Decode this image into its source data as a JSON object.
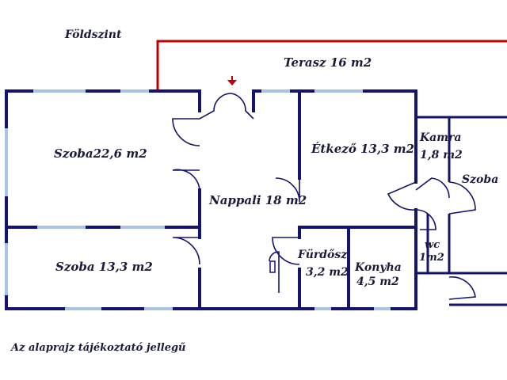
{
  "plan": {
    "level_title": "Földszint",
    "disclaimer": "Az alaprajz tájékoztató jellegű",
    "colors": {
      "wall": "#14146e",
      "window": "#a8c4e0",
      "terrace_line": "#c00000",
      "entrance_arrow": "#c00000"
    },
    "rooms": {
      "terasz": "Terasz 16 m2",
      "szoba_big": "Szoba22,6 m2",
      "szoba_small": "Szoba 13,3 m2",
      "nappali": "Nappali 18 m2",
      "etkezo": "Étkező 13,3 m2",
      "kamra_name": "Kamra",
      "kamra_area": "1,8 m2",
      "szoba_right": "Szoba",
      "furdo_name": "Fürdősz",
      "furdo_area": "3,2 m2",
      "konyha_name": "Konyha",
      "konyha_area": "4,5 m2",
      "wc_name": "wc",
      "wc_area": "1m2"
    }
  }
}
